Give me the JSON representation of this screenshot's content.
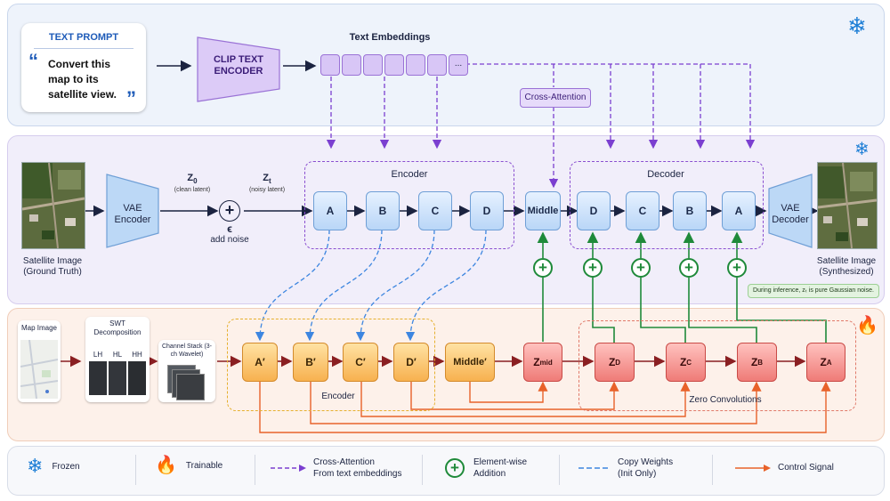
{
  "text_prompt": {
    "title": "TEXT PROMPT",
    "open_quote": "“",
    "close_quote": "”",
    "body": "Convert this map to its satellite view."
  },
  "clip_encoder": {
    "label": "CLIP TEXT ENCODER"
  },
  "text_embeddings": {
    "label": "Text Embeddings",
    "ellipsis": "..."
  },
  "cross_attention": {
    "label": "Cross-Attention"
  },
  "frozen_icon": "snowflake-icon",
  "trainable_icon": "flame-icon",
  "main": {
    "input_image_label": "Satellite Image\n(Ground Truth)",
    "vae_encoder": "VAE Encoder",
    "z0": {
      "label": "Z",
      "sub": "0",
      "caption": "(clean latent)"
    },
    "zt": {
      "label": "Z",
      "sub": "t",
      "caption": "(noisy latent)"
    },
    "noise": {
      "symbol": "ϵ",
      "caption": "add noise"
    },
    "encoder_title": "Encoder",
    "encoder_blocks": [
      "A",
      "B",
      "C",
      "D"
    ],
    "middle": "Middle",
    "decoder_title": "Decoder",
    "decoder_blocks": [
      "D",
      "C",
      "B",
      "A"
    ],
    "vae_decoder": "VAE Decoder",
    "output_image_label": "Satellite Image\n(Synthesized)",
    "inference_note": "During inference, zₜ is pure Gaussian noise."
  },
  "control": {
    "map_image": "Map Image",
    "swt": {
      "title": "SWT Decomposition",
      "bands": [
        "LH",
        "HL",
        "HH"
      ]
    },
    "channel_stack": "Channel Stack (3-ch Wavelet)",
    "encoder_blocks": [
      "A′",
      "B′",
      "C′",
      "D′"
    ],
    "middle": "Middle′",
    "encoder_title": "Encoder",
    "zmid": {
      "label": "Z",
      "sub": "mid"
    },
    "zero_convs": [
      {
        "label": "Z",
        "sub": "D"
      },
      {
        "label": "Z",
        "sub": "C"
      },
      {
        "label": "Z",
        "sub": "B"
      },
      {
        "label": "Z",
        "sub": "A"
      }
    ],
    "zero_conv_title": "Zero Convolutions"
  },
  "legend": {
    "frozen": "Frozen",
    "trainable": "Trainable",
    "cross_attention": "Cross-Attention\nFrom text embeddings",
    "addition": "Element-wise\nAddition",
    "copy_weights": "Copy Weights\n(Init Only)",
    "control_signal": "Control Signal"
  },
  "colors": {
    "frozen_blue": "#1f7fd6",
    "cross_attention_purple": "#7b3fd0",
    "addition_green": "#1f8a3a",
    "copy_weights_blue": "#3d86e0",
    "control_orange": "#e8622a",
    "main_flow": "#1b2340",
    "control_flow": "#8a1f22"
  }
}
